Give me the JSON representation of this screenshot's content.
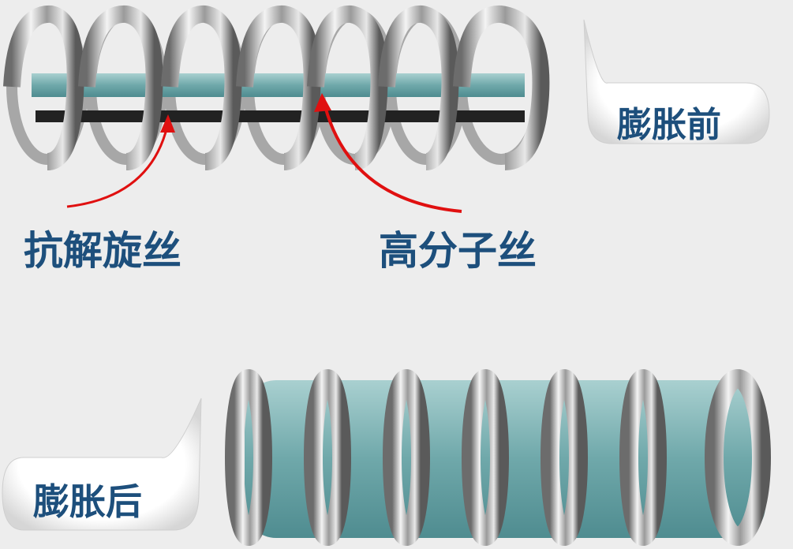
{
  "labels": {
    "before": "膨胀前",
    "after": "膨胀后",
    "anti_unwinding_wire": "抗解旋丝",
    "polymer_wire": "高分子丝"
  },
  "colors": {
    "label": "#1d4f7c",
    "arrow": "#e01010",
    "gel": "#7fb8b8"
  }
}
